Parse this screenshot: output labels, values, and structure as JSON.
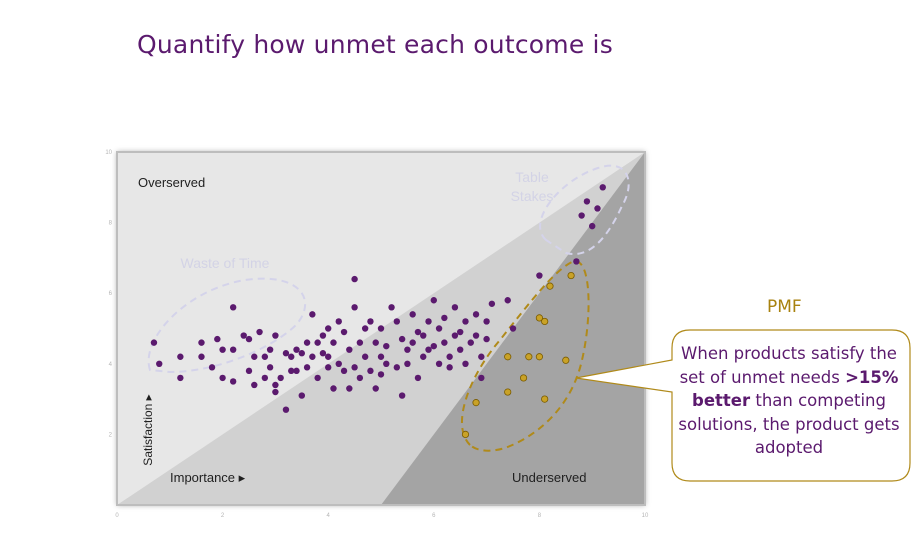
{
  "slide": {
    "title": "Quantify how unmet each outcome is"
  },
  "pmf": {
    "label": "PMF",
    "callout_pre": "When products satisfy the set of unmet needs",
    "callout_bold": ">15% better",
    "callout_post": "than competing solutions, the product gets adopted"
  },
  "colors": {
    "title": "#5b1a6e",
    "point": "#5b1a6e",
    "pmf_point": "#c9a227",
    "pmf_outline": "#b08a1a",
    "pmf_text": "#a8820f",
    "faded_label": "#d3d3e6"
  },
  "chart_data": {
    "type": "scatter",
    "xlabel": "Importance ▸",
    "ylabel": "Satisfaction ▸",
    "xlim": [
      0,
      10
    ],
    "ylim": [
      0,
      10
    ],
    "x_ticks": [
      "0",
      "2",
      "4",
      "6",
      "8",
      "10"
    ],
    "y_ticks": [
      "2",
      "4",
      "6",
      "8",
      "10"
    ],
    "regions": [
      {
        "name": "Overserved"
      },
      {
        "name": "Underserved"
      }
    ],
    "annotations": [
      {
        "text": "Waste of Time"
      },
      {
        "text": "Table Stakes"
      }
    ],
    "series": [
      {
        "group": "outcomes",
        "x": [
          0.7,
          0.8,
          1.2,
          1.2,
          1.6,
          1.6,
          1.8,
          1.9,
          2.0,
          2.0,
          2.2,
          2.2,
          2.2,
          2.4,
          2.5,
          2.5,
          2.6,
          2.6,
          2.7,
          2.8,
          2.8,
          2.9,
          2.9,
          3.0,
          3.0,
          3.0,
          3.1,
          3.2,
          3.2,
          3.3,
          3.3,
          3.4,
          3.4,
          3.5,
          3.5,
          3.6,
          3.6,
          3.7,
          3.7,
          3.8,
          3.8,
          3.9,
          3.9,
          4.0,
          4.0,
          4.0,
          4.1,
          4.1,
          4.2,
          4.2,
          4.3,
          4.3,
          4.4,
          4.4,
          4.5,
          4.5,
          4.5,
          4.6,
          4.6,
          4.7,
          4.7,
          4.8,
          4.8,
          4.9,
          4.9,
          5.0,
          5.0,
          5.0,
          5.1,
          5.1,
          5.2,
          5.3,
          5.3,
          5.4,
          5.4,
          5.5,
          5.5,
          5.6,
          5.6,
          5.7,
          5.7,
          5.8,
          5.8,
          5.9,
          5.9,
          6.0,
          6.0,
          6.1,
          6.1,
          6.2,
          6.2,
          6.3,
          6.3,
          6.4,
          6.4,
          6.5,
          6.5,
          6.6,
          6.6,
          6.7,
          6.8,
          6.8,
          6.9,
          6.9,
          7.0,
          7.0,
          7.1,
          7.4,
          7.5,
          8.0,
          8.7,
          8.8,
          8.9,
          9.0,
          9.1,
          9.2
        ],
        "y": [
          4.6,
          4.0,
          4.2,
          3.6,
          4.2,
          4.6,
          3.9,
          4.7,
          4.4,
          3.6,
          4.4,
          3.5,
          5.6,
          4.8,
          3.8,
          4.7,
          4.2,
          3.4,
          4.9,
          3.6,
          4.2,
          3.9,
          4.4,
          3.4,
          3.2,
          4.8,
          3.6,
          4.3,
          2.7,
          3.8,
          4.2,
          4.4,
          3.8,
          4.3,
          3.1,
          4.6,
          3.9,
          4.2,
          5.4,
          4.6,
          3.6,
          4.3,
          4.8,
          3.9,
          4.2,
          5.0,
          3.3,
          4.6,
          5.2,
          4.0,
          3.8,
          4.9,
          4.4,
          3.3,
          6.4,
          5.6,
          3.9,
          4.6,
          3.6,
          5.0,
          4.2,
          3.8,
          5.2,
          4.6,
          3.3,
          5.0,
          4.2,
          3.7,
          4.5,
          4.0,
          5.6,
          5.2,
          3.9,
          4.7,
          3.1,
          4.4,
          4.0,
          5.4,
          4.6,
          4.9,
          3.6,
          4.2,
          4.8,
          5.2,
          4.4,
          4.5,
          5.8,
          4.0,
          5.0,
          4.6,
          5.3,
          3.9,
          4.2,
          5.6,
          4.8,
          4.9,
          4.4,
          4.0,
          5.2,
          4.6,
          5.4,
          4.8,
          4.2,
          3.6,
          5.2,
          4.7,
          5.7,
          5.8,
          5.0,
          6.5,
          6.9,
          8.2,
          8.6,
          7.9,
          8.4,
          9.0
        ]
      },
      {
        "group": "pmf",
        "x": [
          6.6,
          6.8,
          7.4,
          7.4,
          7.7,
          7.8,
          8.0,
          8.0,
          8.1,
          8.1,
          8.5,
          8.6,
          8.2
        ],
        "y": [
          2.0,
          2.9,
          3.2,
          4.2,
          3.6,
          4.2,
          4.2,
          5.3,
          5.2,
          3.0,
          4.1,
          6.5,
          6.2
        ]
      }
    ]
  }
}
